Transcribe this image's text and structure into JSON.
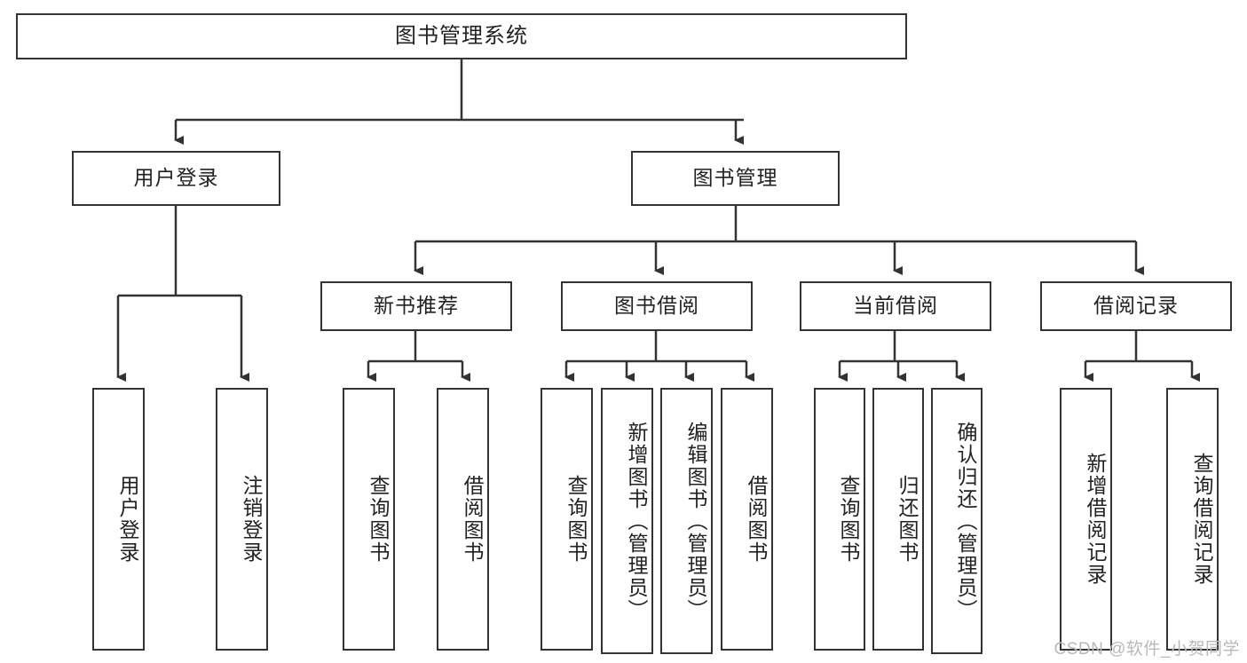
{
  "diagram": {
    "title": "图书管理系统",
    "type": "tree-hierarchy-diagram",
    "colors": {
      "box_border": "#333333",
      "box_fill": "#ffffff",
      "connector": "#333333",
      "text": "#222222",
      "watermark": "#b9b9b9"
    },
    "root": {
      "label": "图书管理系统"
    },
    "level2": [
      {
        "label": "用户登录"
      },
      {
        "label": "图书管理"
      }
    ],
    "level3": [
      {
        "label": "新书推荐"
      },
      {
        "label": "图书借阅"
      },
      {
        "label": "当前借阅"
      },
      {
        "label": "借阅记录"
      }
    ],
    "leaves": {
      "user_login": [
        {
          "label": "用户登录"
        },
        {
          "label": "注销登录"
        }
      ],
      "new_book_recommend": [
        {
          "label": "查询图书"
        },
        {
          "label": "借阅图书"
        }
      ],
      "book_borrow": [
        {
          "label": "查询图书"
        },
        {
          "label": "新增图书（管理员）"
        },
        {
          "label": "编辑图书（管理员）"
        },
        {
          "label": "借阅图书"
        }
      ],
      "current_borrow": [
        {
          "label": "查询图书"
        },
        {
          "label": "归还图书"
        },
        {
          "label": "确认归还（管理员）"
        }
      ],
      "borrow_record": [
        {
          "label": "新增借阅记录"
        },
        {
          "label": "查询借阅记录"
        }
      ]
    },
    "watermark": "CSDN @软件_小贺同学"
  }
}
